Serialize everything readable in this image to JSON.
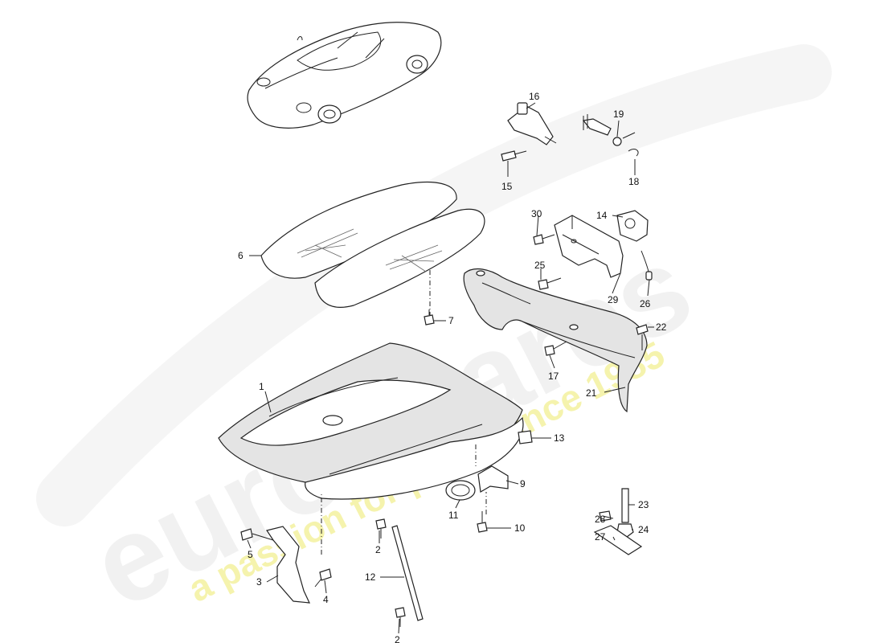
{
  "watermark": {
    "brand": "eurospares",
    "tagline": "a passion for parts since 1985",
    "brand_color": "#000000",
    "tagline_color": "#e8e44a"
  },
  "callouts": [
    {
      "id": "c1",
      "label": "1"
    },
    {
      "id": "c2a",
      "label": "2"
    },
    {
      "id": "c2b",
      "label": "2"
    },
    {
      "id": "c3",
      "label": "3"
    },
    {
      "id": "c4",
      "label": "4"
    },
    {
      "id": "c5",
      "label": "5"
    },
    {
      "id": "c6",
      "label": "6"
    },
    {
      "id": "c7",
      "label": "7"
    },
    {
      "id": "c9",
      "label": "9"
    },
    {
      "id": "c10",
      "label": "10"
    },
    {
      "id": "c11",
      "label": "11"
    },
    {
      "id": "c12",
      "label": "12"
    },
    {
      "id": "c13",
      "label": "13"
    },
    {
      "id": "c14",
      "label": "14"
    },
    {
      "id": "c15",
      "label": "15"
    },
    {
      "id": "c16",
      "label": "16"
    },
    {
      "id": "c17",
      "label": "17"
    },
    {
      "id": "c18",
      "label": "18"
    },
    {
      "id": "c19",
      "label": "19"
    },
    {
      "id": "c21",
      "label": "21"
    },
    {
      "id": "c22",
      "label": "22"
    },
    {
      "id": "c23",
      "label": "23"
    },
    {
      "id": "c24",
      "label": "24"
    },
    {
      "id": "c25",
      "label": "25"
    },
    {
      "id": "c26",
      "label": "26"
    },
    {
      "id": "c27",
      "label": "27"
    },
    {
      "id": "c28",
      "label": "28"
    },
    {
      "id": "c29",
      "label": "29"
    },
    {
      "id": "c30",
      "label": "30"
    }
  ]
}
